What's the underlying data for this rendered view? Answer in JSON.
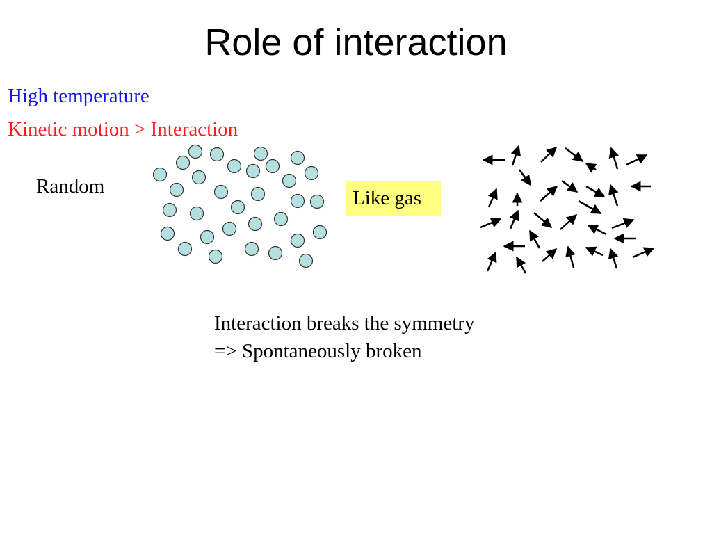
{
  "slide": {
    "title": "Role of interaction",
    "line1": "High temperature",
    "line2": "Kinetic motion > Interaction",
    "random_label": "Random",
    "gas_label": "Like gas",
    "conclusion_1": "Interaction breaks the symmetry",
    "conclusion_2": "=> Spontaneously broken"
  },
  "colors": {
    "line1": "#1515e0",
    "line2": "#ff1a1a",
    "particle_fill": "#b6e0e0",
    "particle_stroke": "#333333",
    "highlight": "#ffff80",
    "arrow": "#000000"
  },
  "diagram": {
    "particles_icon": "circle-particle",
    "arrows_icon": "spin-arrow"
  }
}
